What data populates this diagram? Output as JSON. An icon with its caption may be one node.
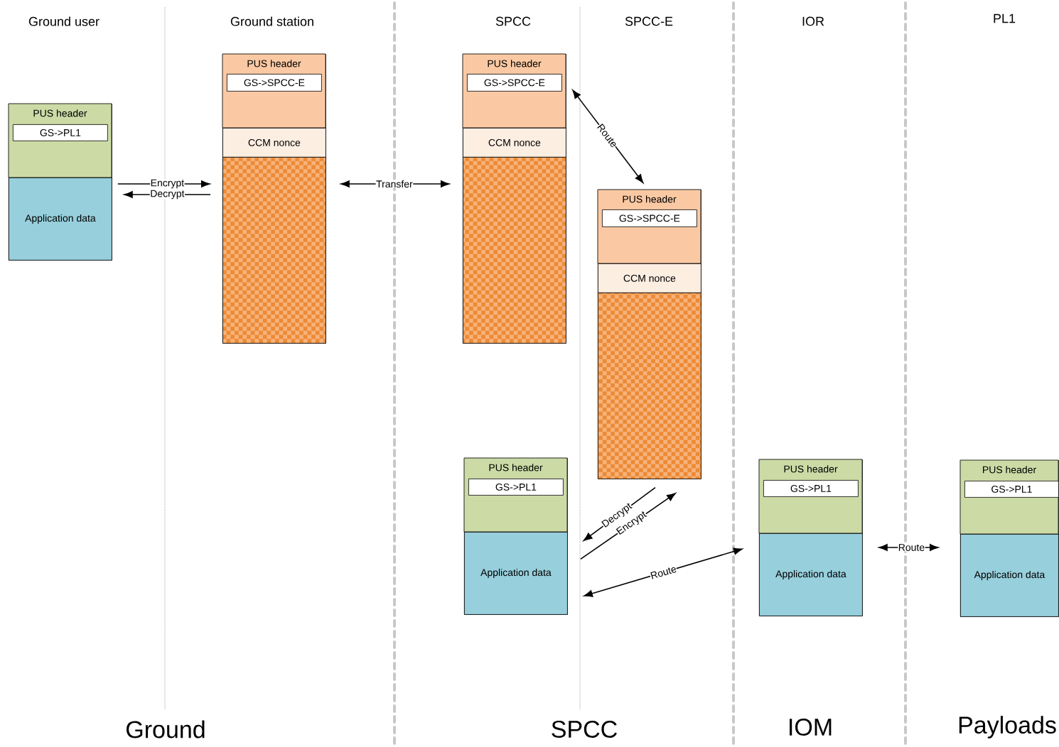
{
  "diagram": {
    "nodes": [
      {
        "text": [],
        "shape": "box"
      },
      {
        "text": [
          "PUS header"
        ],
        "in": 0
      },
      {
        "text": [
          "GS->PL1"
        ],
        "in": 1
      },
      {
        "text": [
          "Application data"
        ],
        "in": 0
      },
      {
        "text": [],
        "shape": "box"
      },
      {
        "text": [
          "PUS header"
        ],
        "in": 4
      },
      {
        "text": [
          "GS->SPCC-E"
        ],
        "in": 5
      },
      {
        "text": [
          "CCM nonce"
        ],
        "in": 4
      },
      {
        "text": [],
        "shape": "box",
        "in": 4
      },
      {
        "text": [],
        "shape": "box"
      },
      {
        "text": [
          "PUS header"
        ],
        "in": 9
      },
      {
        "text": [
          "GS->SPCC-E"
        ],
        "in": 10
      },
      {
        "text": [
          "CCM nonce"
        ],
        "in": 9
      },
      {
        "text": [],
        "shape": "box",
        "in": 9
      },
      {
        "text": [],
        "shape": "box"
      },
      {
        "text": [
          "PUS header"
        ],
        "in": 14
      },
      {
        "text": [
          "GS->SPCC-E"
        ],
        "in": 15
      },
      {
        "text": [
          "CCM nonce"
        ],
        "in": 14
      },
      {
        "text": [],
        "shape": "box",
        "in": 14
      },
      {
        "text": [],
        "shape": "box"
      },
      {
        "text": [
          "PUS header"
        ],
        "in": 19
      },
      {
        "text": [
          "GS->PL1"
        ],
        "in": 20
      },
      {
        "text": [
          "Application data"
        ],
        "in": 19
      },
      {
        "text": [],
        "shape": "box"
      },
      {
        "text": [
          "PUS header"
        ],
        "in": 23
      },
      {
        "text": [
          "GS->PL1"
        ],
        "in": 24
      },
      {
        "text": [
          "Application data"
        ],
        "in": 23
      },
      {
        "text": [],
        "shape": "box"
      },
      {
        "text": [
          "PUS header"
        ],
        "in": 27
      },
      {
        "text": [
          "GS->PL1"
        ],
        "in": 28
      },
      {
        "text": [
          "Application data"
        ],
        "in": 27
      }
    ],
    "edges": [
      {
        "from": 0,
        "to": 4,
        "arrow": "to",
        "label": "Encrypt"
      },
      {
        "from": 4,
        "to": 0,
        "arrow": "to",
        "label": "Decrypt"
      },
      {
        "from": 4,
        "to": 9,
        "arrow": "both",
        "label": "Transfer"
      },
      {
        "from": 9,
        "to": 14,
        "arrow": "both",
        "label": "Route"
      },
      {
        "from": 14,
        "to": 19,
        "arrow": "to",
        "label": "Decrypt"
      },
      {
        "from": 19,
        "to": 14,
        "arrow": "to",
        "label": "Encrypt"
      },
      {
        "from": 19,
        "to": 23,
        "arrow": "both",
        "label": "Route"
      },
      {
        "from": 23,
        "to": 27,
        "arrow": "both",
        "label": "Route"
      }
    ],
    "labels": [
      "Ground user",
      "Ground station",
      "SPCC",
      "SPCC-E",
      "IOR",
      "PL1",
      "Ground",
      "SPCC",
      "IOM",
      "Payloads"
    ]
  }
}
